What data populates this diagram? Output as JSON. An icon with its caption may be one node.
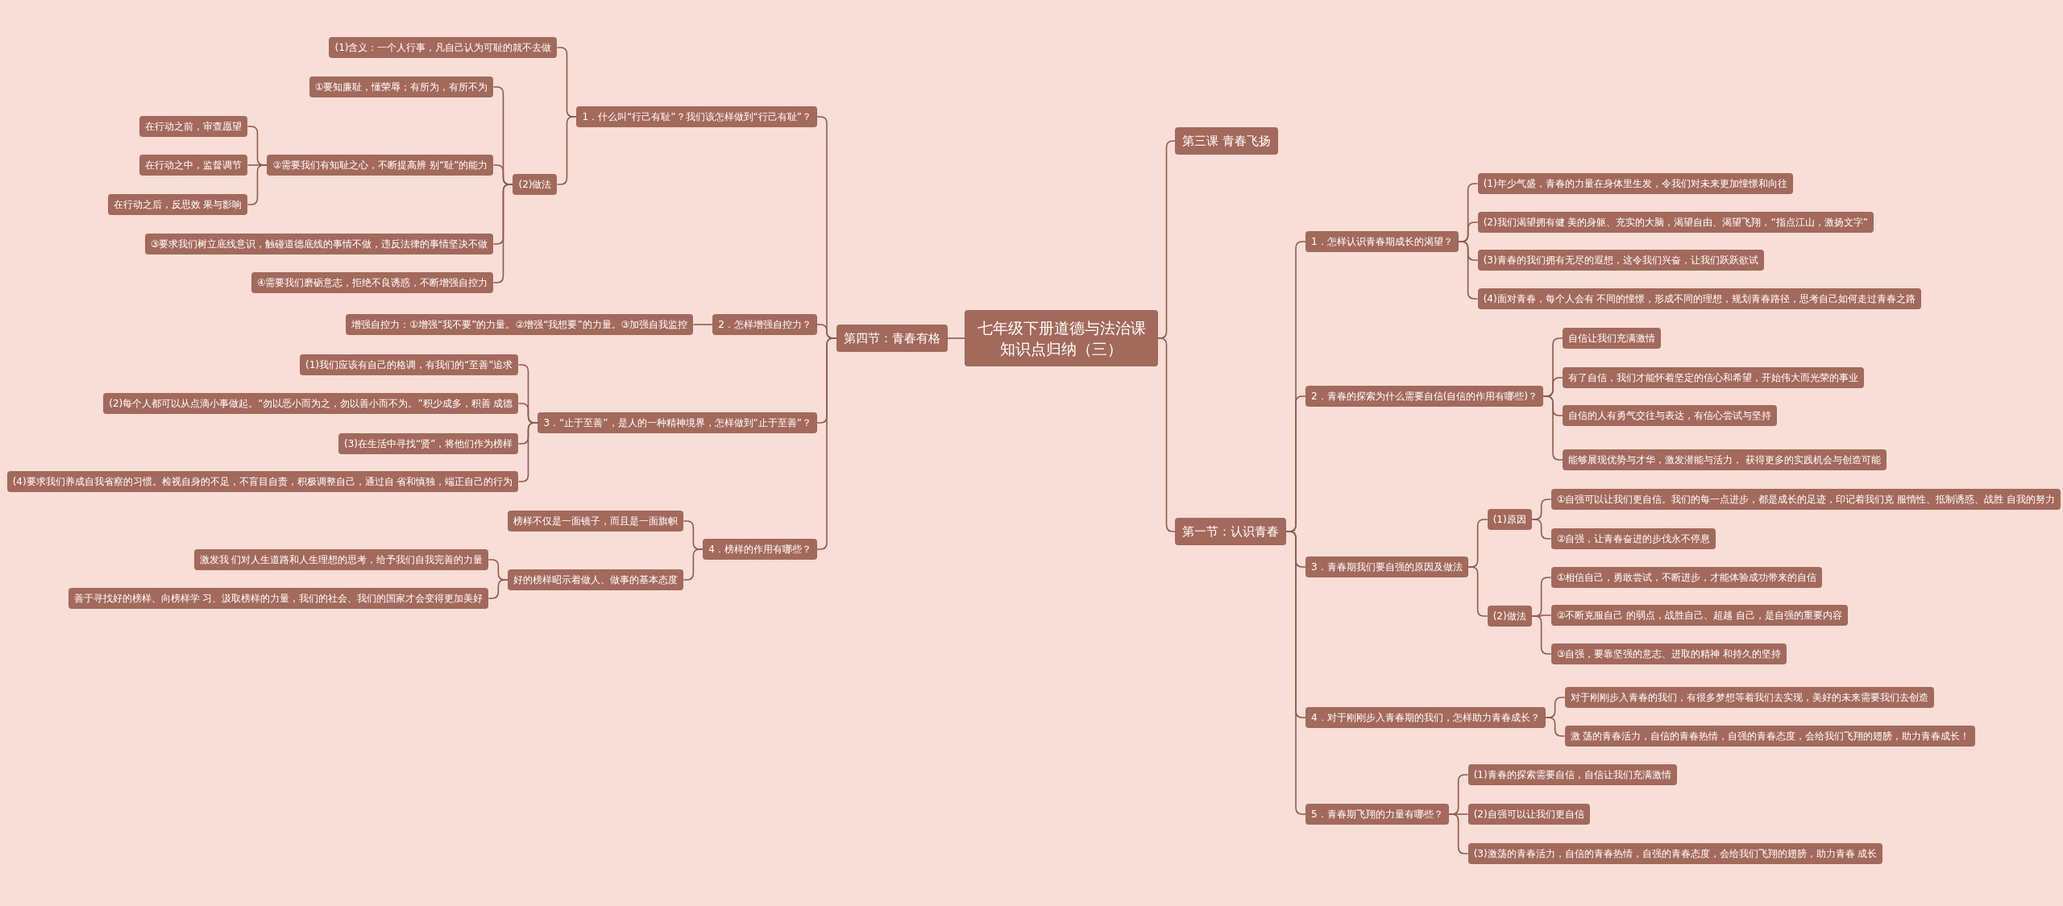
{
  "diagram": {
    "nodes": [
      {
        "text": [
          "七年级下册道德与法治课知识点归纳（三）"
        ]
      },
      {
        "text": [
          "第四节：青春有格"
        ]
      },
      {
        "text": [
          "1．什么叫“行己有耻”？我们该怎样做到“行己有耻”？"
        ]
      },
      {
        "text": [
          "(1)含义：一个人行事，凡自己认为可耻的就不去做"
        ]
      },
      {
        "text": [
          "(2)做法"
        ]
      },
      {
        "text": [
          "①要知廉耻，懂荣辱；有所为，有所不为"
        ]
      },
      {
        "text": [
          "②需要我们有知耻之心，不断提高辨 别“耻”的能力"
        ]
      },
      {
        "text": [
          "在行动之前，审查愿望"
        ]
      },
      {
        "text": [
          "在行动之中，监督调节"
        ]
      },
      {
        "text": [
          "在行动之后，反思效 果与影响"
        ]
      },
      {
        "text": [
          "③要求我们树立底线意识，触碰道德底线的事情不做，违反法律的事情坚决不做"
        ]
      },
      {
        "text": [
          "④需要我们磨砺意志，拒绝不良诱惑，不断增强自控力"
        ]
      },
      {
        "text": [
          "2．怎样增强自控力？"
        ]
      },
      {
        "text": [
          "增强自控力：①增强“我不要”的力量。②增强“我想要”的力量。③加强自我监控"
        ]
      },
      {
        "text": [
          "3．“止于至善”，是人的一种精神境界，怎样做到“止于至善”？"
        ]
      },
      {
        "text": [
          "(1)我们应该有自己的格调，有我们的“至善”追求"
        ]
      },
      {
        "text": [
          "(2)每个人都可以从点滴小事做起。“勿以恶小而为之，勿以善小而不为。”积少成多，积善 成德"
        ]
      },
      {
        "text": [
          "(3)在生活中寻找“贤”，将他们作为榜样"
        ]
      },
      {
        "text": [
          "(4)要求我们养成自我省察的习惯。检视自身的不足，不盲目自责，积极调整自己，通过自 省和慎独，端正自己的行为"
        ]
      },
      {
        "text": [
          "4．榜样的作用有哪些？"
        ]
      },
      {
        "text": [
          "榜样不仅是一面镜子，而且是一面旗帜"
        ]
      },
      {
        "text": [
          "好的榜样昭示着做人、做事的基本态度"
        ]
      },
      {
        "text": [
          "激发我 们对人生道路和人生理想的思考，给予我们自我完善的力量"
        ]
      },
      {
        "text": [
          "善于寻找好的榜样、向榜样学 习、汲取榜样的力量，我们的社会、我们的国家才会变得更加美好"
        ]
      },
      {
        "text": [
          "第三课 青春飞扬"
        ]
      },
      {
        "text": [
          "第一节：认识青春"
        ]
      },
      {
        "text": [
          "1．怎样认识青春期成长的渴望？"
        ]
      },
      {
        "text": [
          "(1)年少气盛，青春的力量在身体里生发，令我们对未来更加憧憬和向往"
        ]
      },
      {
        "text": [
          "(2)我们渴望拥有健 美的身躯、充实的大脑，渴望自由、渴望飞翔，“指点江山，激扬文字”"
        ]
      },
      {
        "text": [
          "(3)青春的我们拥有无尽的遐想，这令我们兴奋，让我们跃跃欲试"
        ]
      },
      {
        "text": [
          "(4)面对青春，每个人会有 不同的憧憬，形成不同的理想，规划青春路径，思考自己如何走过青春之路"
        ]
      },
      {
        "text": [
          "2．青春的探索为什么需要自信(自信的作用有哪些)？"
        ]
      },
      {
        "text": [
          "自信让我们充满激情"
        ]
      },
      {
        "text": [
          "有了自信，我们才能怀着坚定的信心和希望，开始伟大而光荣的事业"
        ]
      },
      {
        "text": [
          "自信的人有勇气交往与表达，有信心尝试与坚持"
        ]
      },
      {
        "text": [
          "能够展现优势与才华，激发潜能与活力， 获得更多的实践机会与创造可能"
        ]
      },
      {
        "text": [
          "3．青春期我们要自强的原因及做法"
        ]
      },
      {
        "text": [
          "(1)原因"
        ]
      },
      {
        "text": [
          "①自强可以让我们更自信。我们的每一点进步，都是成长的足迹，印记着我们克 服惰性、抵制诱惑、战胜 自我的努力"
        ]
      },
      {
        "text": [
          "②自强，让青春奋进的步伐永不停息"
        ]
      },
      {
        "text": [
          "(2)做法"
        ]
      },
      {
        "text": [
          "①相信自己，勇敢尝试，不断进步，才能体验成功带来的自信"
        ]
      },
      {
        "text": [
          "②不断克服自己 的弱点，战胜自己、超越 自己，是自强的重要内容"
        ]
      },
      {
        "text": [
          "③自强，要靠坚强的意志、进取的精神 和持久的坚持"
        ]
      },
      {
        "text": [
          "4．对于刚刚步入青春期的我们，怎样助力青春成长？"
        ]
      },
      {
        "text": [
          "对于刚刚步入青春的我们，有很多梦想等着我们去实现，美好的未来需要我们去创造"
        ]
      },
      {
        "text": [
          "激 荡的青春活力，自信的青春热情，自强的青春态度，会给我们飞翔的翅膀，助力青春成长！"
        ]
      },
      {
        "text": [
          "5．青春期飞翔的力量有哪些？"
        ]
      },
      {
        "text": [
          "(1)青春的探索需要自信，自信让我们充满激情"
        ]
      },
      {
        "text": [
          "(2)自强可以让我们更自信"
        ]
      },
      {
        "text": [
          "(3)激荡的青春活力，自信的青春热情，自强的青春态度，会给我们飞翔的翅膀，助力青春 成长"
        ]
      }
    ],
    "edges": [
      {
        "from": 0,
        "to": 1,
        "arrow": "none"
      },
      {
        "from": 1,
        "to": 2,
        "arrow": "none"
      },
      {
        "from": 2,
        "to": 3,
        "arrow": "none"
      },
      {
        "from": 2,
        "to": 4,
        "arrow": "none"
      },
      {
        "from": 4,
        "to": 5,
        "arrow": "none"
      },
      {
        "from": 4,
        "to": 6,
        "arrow": "none"
      },
      {
        "from": 6,
        "to": 7,
        "arrow": "none"
      },
      {
        "from": 6,
        "to": 8,
        "arrow": "none"
      },
      {
        "from": 6,
        "to": 9,
        "arrow": "none"
      },
      {
        "from": 4,
        "to": 10,
        "arrow": "none"
      },
      {
        "from": 4,
        "to": 11,
        "arrow": "none"
      },
      {
        "from": 1,
        "to": 12,
        "arrow": "none"
      },
      {
        "from": 12,
        "to": 13,
        "arrow": "none"
      },
      {
        "from": 1,
        "to": 14,
        "arrow": "none"
      },
      {
        "from": 14,
        "to": 15,
        "arrow": "none"
      },
      {
        "from": 14,
        "to": 16,
        "arrow": "none"
      },
      {
        "from": 14,
        "to": 17,
        "arrow": "none"
      },
      {
        "from": 14,
        "to": 18,
        "arrow": "none"
      },
      {
        "from": 1,
        "to": 19,
        "arrow": "none"
      },
      {
        "from": 19,
        "to": 20,
        "arrow": "none"
      },
      {
        "from": 19,
        "to": 21,
        "arrow": "none"
      },
      {
        "from": 21,
        "to": 22,
        "arrow": "none"
      },
      {
        "from": 21,
        "to": 23,
        "arrow": "none"
      },
      {
        "from": 0,
        "to": 24,
        "arrow": "none"
      },
      {
        "from": 0,
        "to": 25,
        "arrow": "none"
      },
      {
        "from": 25,
        "to": 26,
        "arrow": "none"
      },
      {
        "from": 26,
        "to": 27,
        "arrow": "none"
      },
      {
        "from": 26,
        "to": 28,
        "arrow": "none"
      },
      {
        "from": 26,
        "to": 29,
        "arrow": "none"
      },
      {
        "from": 26,
        "to": 30,
        "arrow": "none"
      },
      {
        "from": 25,
        "to": 31,
        "arrow": "none"
      },
      {
        "from": 31,
        "to": 32,
        "arrow": "none"
      },
      {
        "from": 31,
        "to": 33,
        "arrow": "none"
      },
      {
        "from": 31,
        "to": 34,
        "arrow": "none"
      },
      {
        "from": 31,
        "to": 35,
        "arrow": "none"
      },
      {
        "from": 25,
        "to": 36,
        "arrow": "none"
      },
      {
        "from": 36,
        "to": 37,
        "arrow": "none"
      },
      {
        "from": 37,
        "to": 38,
        "arrow": "none"
      },
      {
        "from": 37,
        "to": 39,
        "arrow": "none"
      },
      {
        "from": 36,
        "to": 40,
        "arrow": "none"
      },
      {
        "from": 40,
        "to": 41,
        "arrow": "none"
      },
      {
        "from": 40,
        "to": 42,
        "arrow": "none"
      },
      {
        "from": 40,
        "to": 43,
        "arrow": "none"
      },
      {
        "from": 25,
        "to": 44,
        "arrow": "none"
      },
      {
        "from": 44,
        "to": 45,
        "arrow": "none"
      },
      {
        "from": 44,
        "to": 46,
        "arrow": "none"
      },
      {
        "from": 25,
        "to": 47,
        "arrow": "none"
      },
      {
        "from": 47,
        "to": 48,
        "arrow": "none"
      },
      {
        "from": 47,
        "to": 49,
        "arrow": "none"
      },
      {
        "from": 47,
        "to": 50,
        "arrow": "none"
      }
    ]
  }
}
